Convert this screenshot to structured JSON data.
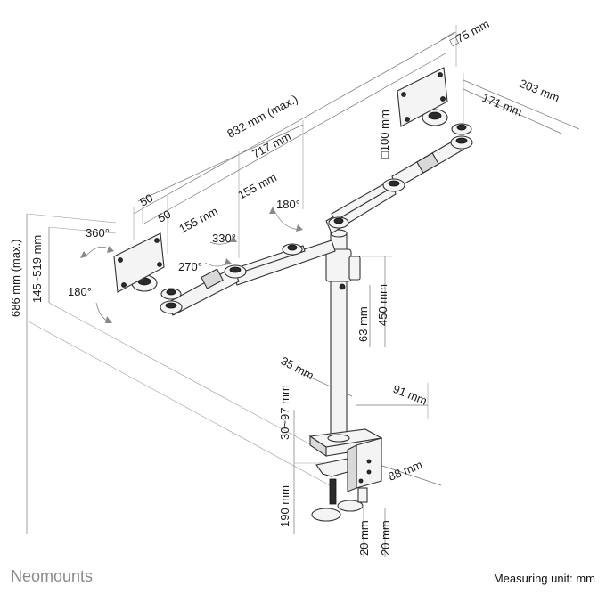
{
  "brand": "Neomounts",
  "measuring_unit": "Measuring unit: mm",
  "dimensions": {
    "vesa_small": "□75 mm",
    "vesa_large": "□100 mm",
    "width_max": "832 mm (max.)",
    "width": "717 mm",
    "arm_depth_outer": "203 mm",
    "arm_depth_inner": "171 mm",
    "arm_segment_1": "155 mm",
    "arm_segment_2": "155 mm",
    "offset_1": "50",
    "offset_2": "50",
    "height_max": "686 mm (max.)",
    "height_range": "145~519 mm",
    "pole_height": "450 mm",
    "pole_collar": "63 mm",
    "pole_diameter": "35 mm",
    "clamp_depth": "91 mm",
    "clamp_width": "88 mm",
    "desk_thickness": "30~97 mm",
    "clamp_height": "190 mm",
    "clamp_foot_1": "20 mm",
    "clamp_foot_2": "20 mm"
  },
  "angles": {
    "rotate": "360°",
    "swivel_head": "270°",
    "swivel_arm": "330°",
    "tilt_pole": "180°",
    "tilt_head": "180°"
  }
}
